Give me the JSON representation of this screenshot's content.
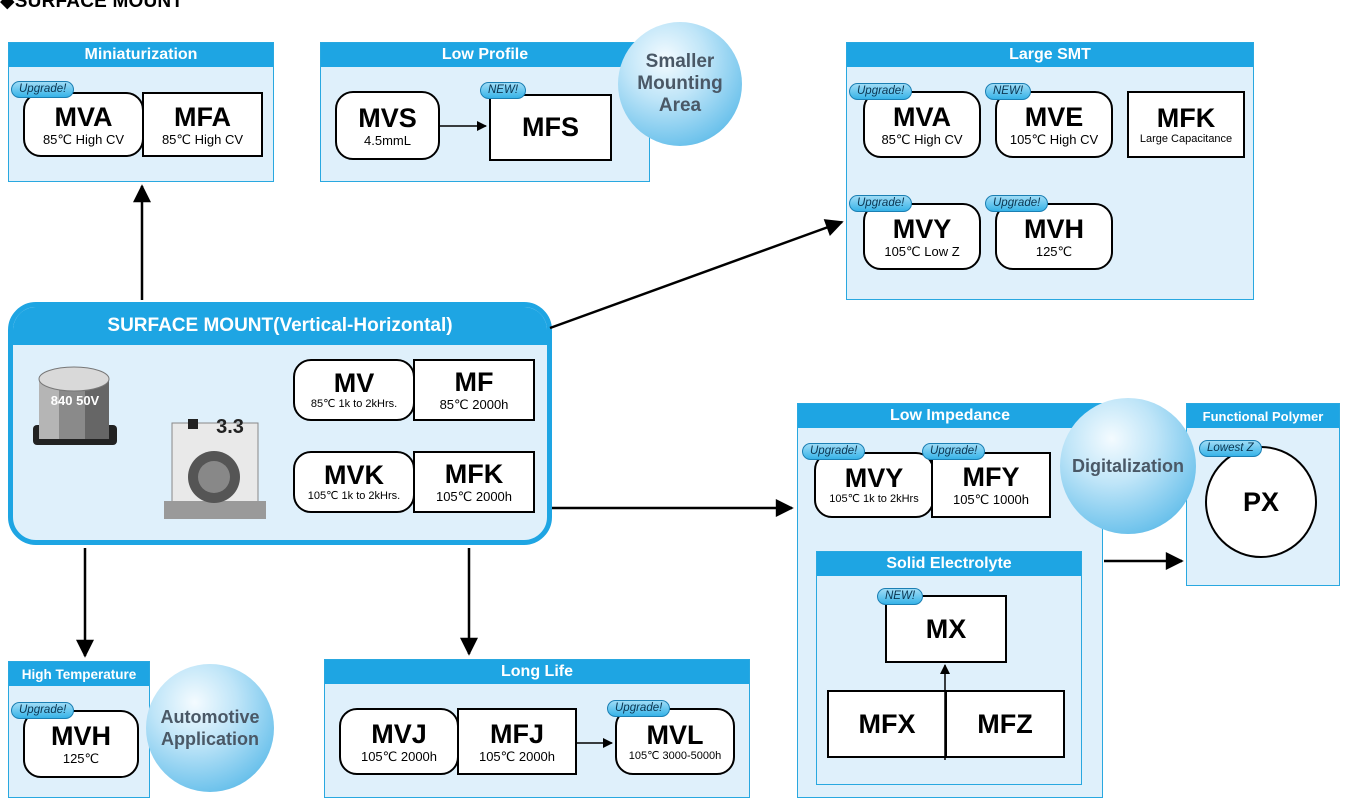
{
  "page_title": "◆SURFACE MOUNT",
  "main": {
    "title": "SURFACE MOUNT(Vertical-Horizontal)",
    "mv": {
      "code": "MV",
      "spec": "85℃ 1k to 2kHrs."
    },
    "mf": {
      "code": "MF",
      "spec": "85℃ 2000h"
    },
    "mvk": {
      "code": "MVK",
      "spec": "105℃ 1k to 2kHrs."
    },
    "mfk": {
      "code": "MFK",
      "spec": "105℃ 2000h"
    }
  },
  "miniaturization": {
    "title": "Miniaturization",
    "mva": {
      "tag": "Upgrade!",
      "code": "MVA",
      "spec": "85℃ High CV"
    },
    "mfa": {
      "code": "MFA",
      "spec": "85℃ High CV"
    }
  },
  "low_profile": {
    "title": "Low Profile",
    "mvs": {
      "code": "MVS",
      "spec": "4.5mmL"
    },
    "mfs": {
      "tag": "NEW!",
      "code": "MFS"
    },
    "bubble": "Smaller Mounting Area"
  },
  "large_smt": {
    "title": "Large SMT",
    "mva": {
      "tag": "Upgrade!",
      "code": "MVA",
      "spec": "85℃ High CV"
    },
    "mve": {
      "tag": "NEW!",
      "code": "MVE",
      "spec": "105℃ High CV"
    },
    "mfk": {
      "code": "MFK",
      "spec": "Large Capacitance"
    },
    "mvy": {
      "tag": "Upgrade!",
      "code": "MVY",
      "spec": "105℃  Low Z"
    },
    "mvh": {
      "tag": "Upgrade!",
      "code": "MVH",
      "spec": "125℃"
    }
  },
  "low_impedance": {
    "title": "Low Impedance",
    "mvy": {
      "tag": "Upgrade!",
      "code": "MVY",
      "spec": "105℃ 1k to 2kHrs"
    },
    "mfy": {
      "tag": "Upgrade!",
      "code": "MFY",
      "spec": "105℃ 1000h"
    },
    "bubble": "Digitalization"
  },
  "solid_electrolyte": {
    "title": "Solid Electrolyte",
    "mx": {
      "tag": "NEW!",
      "code": "MX"
    },
    "mfx": {
      "code": "MFX"
    },
    "mfz": {
      "code": "MFZ"
    }
  },
  "functional_polymer": {
    "title": "Functional Polymer",
    "px": {
      "tag": "Lowest Z",
      "code": "PX"
    }
  },
  "high_temperature": {
    "title": "High Temperature",
    "mvh": {
      "tag": "Upgrade!",
      "code": "MVH",
      "spec": "125℃"
    },
    "bubble": "Automotive Application"
  },
  "long_life": {
    "title": "Long Life",
    "mvj": {
      "code": "MVJ",
      "spec": "105℃ 2000h"
    },
    "mfj": {
      "code": "MFJ",
      "spec": "105℃ 2000h"
    },
    "mvl": {
      "tag": "Upgrade!",
      "code": "MVL",
      "spec": "105℃ 3000-5000h"
    }
  },
  "photo_text": {
    "top_can": "840 50V",
    "bottom_chip": "3.3"
  },
  "colors": {
    "accent": "#1ea5e3",
    "panel_bg": "#dff0fb",
    "bubble": "#6fc3ec"
  }
}
